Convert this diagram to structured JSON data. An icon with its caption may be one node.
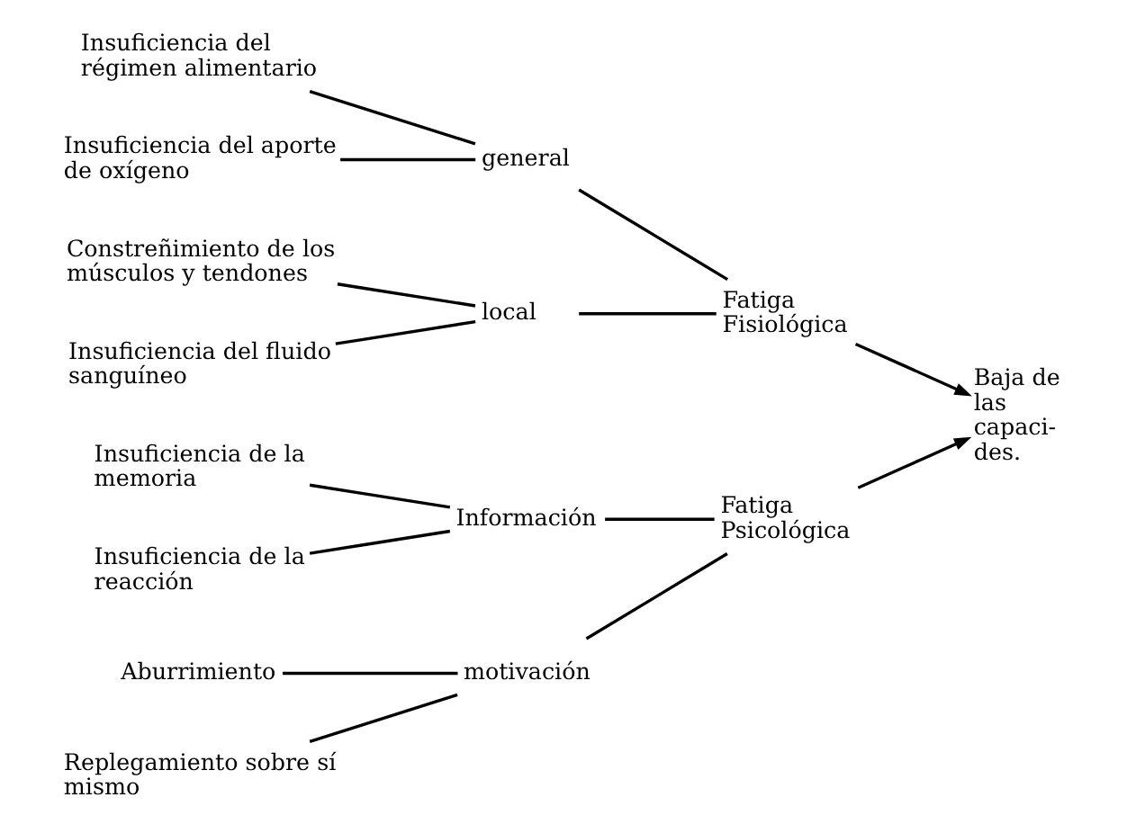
{
  "diagram": {
    "nodes": [
      {
        "text": [
          "Insuficiencia del régimen alimentario"
        ]
      },
      {
        "text": [
          "Insuficiencia del aporte de oxígeno"
        ]
      },
      {
        "text": [
          "Constreñimiento de los músculos y tendones"
        ]
      },
      {
        "text": [
          "Insuficiencia del fluido sanguíneo"
        ]
      },
      {
        "text": [
          "Aburrimiento"
        ]
      },
      {
        "text": [
          "Replegamiento sobre sí mismo"
        ]
      },
      {
        "text": [
          "Insuficiencia de la memoria"
        ]
      },
      {
        "text": [
          "Insuficiencia de la reacción"
        ]
      },
      {
        "text": [
          "general"
        ]
      },
      {
        "text": [
          "local"
        ]
      },
      {
        "text": [
          "motivación"
        ]
      },
      {
        "text": [
          "Información"
        ]
      },
      {
        "text": [
          "Fatiga Fisiológica"
        ]
      },
      {
        "text": [
          "Fatiga Psicológica"
        ]
      },
      {
        "text": [
          "Baja de las capaci- des."
        ]
      }
    ],
    "edges": [
      {
        "from": 0,
        "to": 8,
        "arrow": "none"
      },
      {
        "from": 1,
        "to": 8,
        "arrow": "none"
      },
      {
        "from": 2,
        "to": 9,
        "arrow": "none"
      },
      {
        "from": 3,
        "to": 9,
        "arrow": "none"
      },
      {
        "from": 4,
        "to": 10,
        "arrow": "none"
      },
      {
        "from": 5,
        "to": 10,
        "arrow": "none"
      },
      {
        "from": 6,
        "to": 11,
        "arrow": "none"
      },
      {
        "from": 7,
        "to": 11,
        "arrow": "none"
      },
      {
        "from": 8,
        "to": 12,
        "arrow": "none"
      },
      {
        "from": 9,
        "to": 12,
        "arrow": "none"
      },
      {
        "from": 10,
        "to": 13,
        "arrow": "none"
      },
      {
        "from": 11,
        "to": 13,
        "arrow": "none"
      },
      {
        "from": 12,
        "to": 14,
        "arrow": "to"
      },
      {
        "from": 13,
        "to": 14,
        "arrow": "to"
      }
    ]
  }
}
